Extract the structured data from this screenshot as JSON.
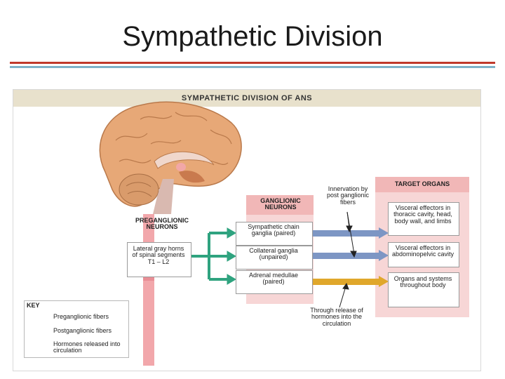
{
  "slide": {
    "title": "Sympathetic Division"
  },
  "figure": {
    "header": "SYMPATHETIC DIVISION OF ANS",
    "preganglionic_neurons": "PREGANGLIONIC NEURONS",
    "lateral_gray_horns": "Lateral gray horns of spinal segments T1 – L2",
    "ganglionic_neurons": "GANGLIONIC NEURONS",
    "sympathetic_chain": "Sympathetic chain ganglia (paired)",
    "collateral_ganglia": "Collateral ganglia (unpaired)",
    "adrenal_medullae": "Adrenal medullae (paired)",
    "innervation_note": "Innervation by post ganglionic fibers",
    "release_note": "Through release of hormones into the circulation",
    "target_organs": "TARGET ORGANS",
    "target_thoracic": "Visceral effectors in thoracic cavity, head, body wall, and limbs",
    "target_abdominopelvic": "Visceral effectors in abdominopelvic cavity",
    "target_systems": "Organs and systems throughout body",
    "key": {
      "title": "KEY",
      "preganglionic": "Preganglionic fibers",
      "postganglionic": "Postganglionic fibers",
      "hormones": "Hormones released into circulation"
    }
  },
  "colors": {
    "preganglionic": "#2fa37f",
    "postganglionic": "#7d96c4",
    "hormones": "#e0a72b",
    "panel_pink": "#f7d6d6",
    "header_pink": "#f1b7b7",
    "rule_red": "#c0392b",
    "rule_blue": "#7fb2c9"
  }
}
